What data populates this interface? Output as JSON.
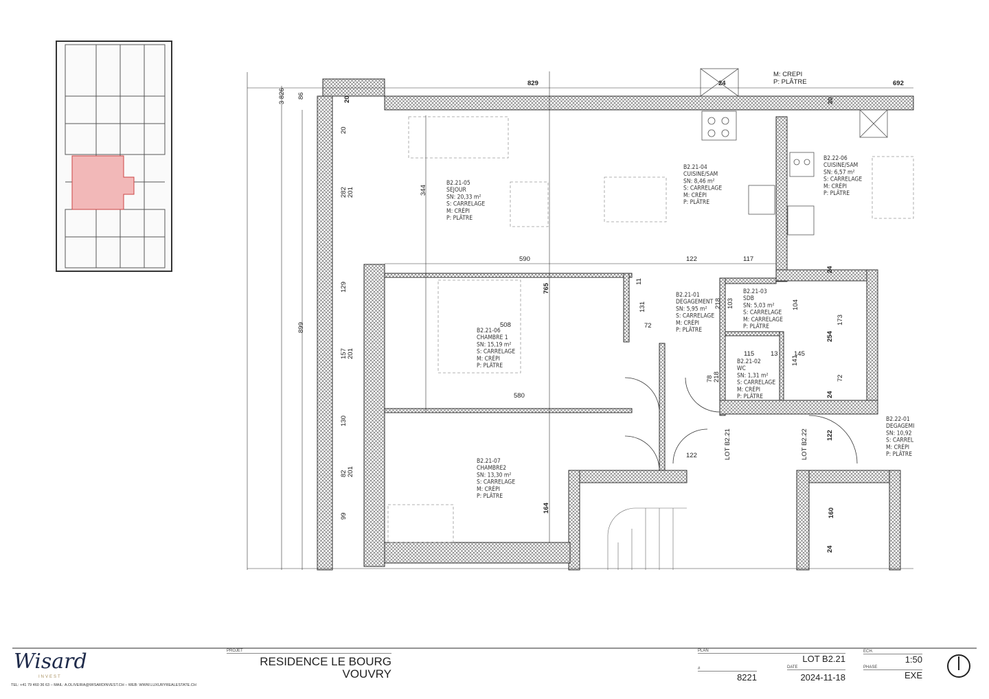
{
  "plan_title": "LOT B2.21",
  "top_note": [
    "M: CREPI",
    "P: PLÂTRE"
  ],
  "rooms": [
    {
      "id": "B2.21-05",
      "name": "SEJOUR",
      "area": "SN: 20,33 m²",
      "s": "S: CARRELAGE",
      "m": "M: CRÉPI",
      "p": "P: PLÂTRE"
    },
    {
      "id": "B2.21-04",
      "name": "CUISINE/SAM",
      "area": "SN: 8,46 m²",
      "s": "S: CARRELAGE",
      "m": "M: CRÉPI",
      "p": "P: PLÂTRE"
    },
    {
      "id": "B2.22-06",
      "name": "CUISINE/SAM",
      "area": "SN: 6,57 m²",
      "s": "S: CARRELAGE",
      "m": "M: CRÉPI",
      "p": "P: PLÂTRE"
    },
    {
      "id": "B2.21-01",
      "name": "DEGAGEMENT",
      "area": "SN: 5,95 m²",
      "s": "S: CARRELAGE",
      "m": "M: CRÉPI",
      "p": "P: PLÂTRE"
    },
    {
      "id": "B2.21-03",
      "name": "SDB",
      "area": "SN: 5,03 m²",
      "s": "S: CARRELAGE",
      "m": "M: CARRELAGE",
      "p": "P: PLÂTRE"
    },
    {
      "id": "B2.21-06",
      "name": "CHAMBRE 1",
      "area": "SN: 15,19 m²",
      "s": "S: CARRELAGE",
      "m": "M: CRÉPI",
      "p": "P: PLÂTRE"
    },
    {
      "id": "B2.21-02",
      "name": "WC",
      "area": "SN: 1,31 m²",
      "s": "S: CARRELAGE",
      "m": "M: CRÉPI",
      "p": "P: PLÂTRE"
    },
    {
      "id": "B2.21-07",
      "name": "CHAMBRE2",
      "area": "SN: 13,30 m²",
      "s": "S: CARRELAGE",
      "m": "M: CRÉPI",
      "p": "P: PLÂTRE"
    },
    {
      "id": "B2.22-01",
      "name": "DEGAGEMI",
      "area": "SN: 10,92",
      "s": "S: CARREL",
      "m": "M: CRÉPI",
      "p": "P: PLÂTRE"
    }
  ],
  "lots": [
    "LOT B2.21",
    "LOT B2.22"
  ],
  "dims": [
    "829",
    "692",
    "24",
    "30",
    "590",
    "122",
    "117",
    "508",
    "580",
    "765",
    "344",
    "3 826",
    "899",
    "282",
    "201",
    "129",
    "157",
    "201",
    "130",
    "82",
    "201",
    "99",
    "164",
    "122",
    "160",
    "122",
    "254",
    "145",
    "115",
    "104",
    "173",
    "72",
    "24",
    "24",
    "24",
    "86",
    "20",
    "20",
    "11",
    "131",
    "72",
    "218",
    "103",
    "141",
    "13",
    "78",
    "218"
  ],
  "title_block": {
    "brand": "Wisard",
    "brand_sub": "INVEST",
    "contact": "TEL: +41 79 460 36 63 – MAIL: A.OLIVEIRA@WISARDINVEST.CH – WEB: WWW.LUXURYREALESTATE.CH",
    "projet_label": "PROJET",
    "projet_line1": "RESIDENCE LE BOURG",
    "projet_line2": "VOUVRY",
    "plan_label": "PLAN",
    "plan_value": "LOT B2.21",
    "num_label": "#",
    "num_value": "8221",
    "date_label": "DATE",
    "date_value": "2024-11-18",
    "ech_label": "ECH.",
    "ech_value": "1:50",
    "phase_label": "PHASE",
    "phase_value": "EXE"
  }
}
